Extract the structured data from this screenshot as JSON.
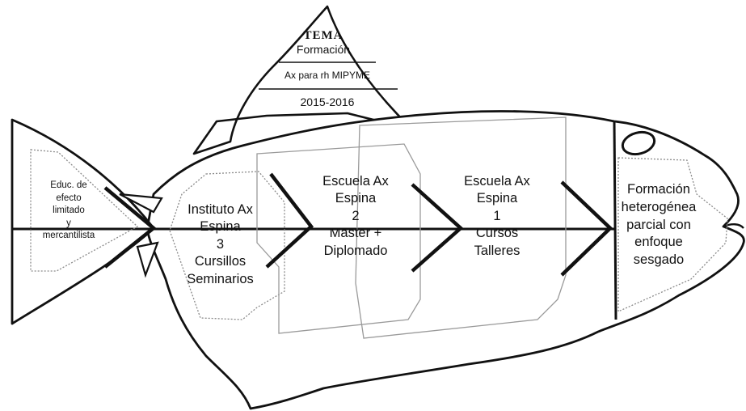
{
  "tema": {
    "title": "TEMA",
    "line1": "Formación",
    "line2": "Ax para rh MIPYME",
    "line3": "2015-2016"
  },
  "tail": {
    "lines": [
      "Educ. de",
      "efecto",
      "limitado",
      "y",
      "mercantilista"
    ]
  },
  "bones": [
    {
      "lines": [
        "Instituto Ax",
        "Espina",
        "3",
        "Cursillos",
        "Seminarios"
      ]
    },
    {
      "lines": [
        "Escuela Ax",
        "Espina",
        "2",
        "Master +",
        "Diplomado"
      ]
    },
    {
      "lines": [
        "Escuela Ax",
        "Espina",
        "1",
        "Cursos",
        "Talleres"
      ]
    }
  ],
  "head": {
    "lines": [
      "Formación",
      "heterogénea",
      "parcial con",
      "enfoque",
      "sesgado"
    ]
  },
  "colors": {
    "outline": "#111111",
    "dotted": "#8a8a8a",
    "panel": "#9a9a9a"
  }
}
